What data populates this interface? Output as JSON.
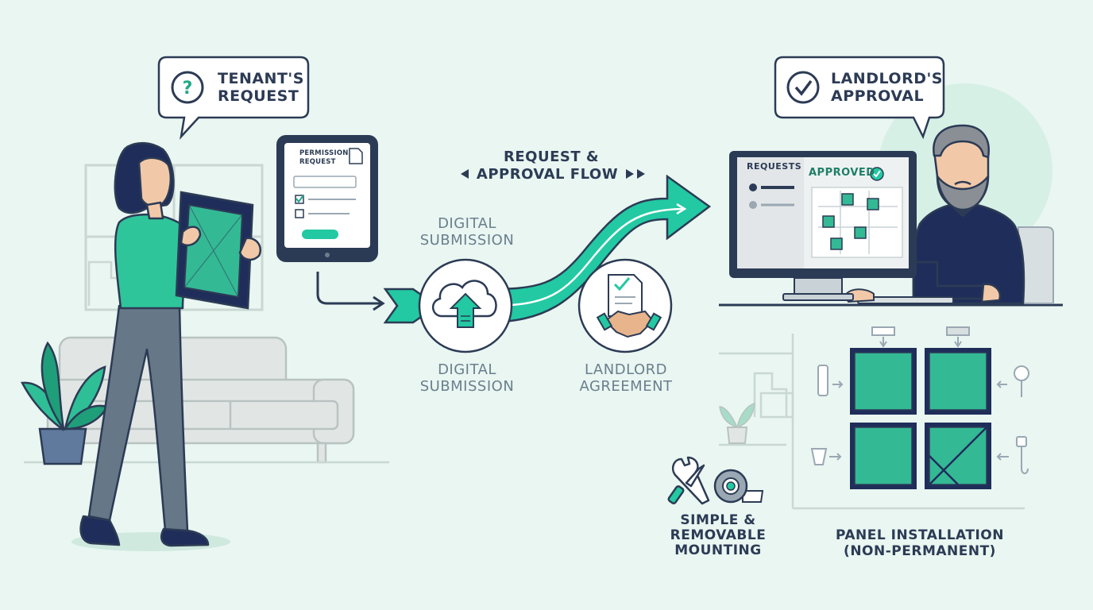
{
  "bubbles": {
    "tenant": {
      "line1": "TENANT'S",
      "line2": "REQUEST",
      "icon": "question-icon"
    },
    "landlord": {
      "line1": "LANDLORD'S",
      "line2": "APPROVAL",
      "icon": "check-circle-icon"
    }
  },
  "flow": {
    "title_line1": "REQUEST &",
    "title_line2": "APPROVAL FLOW",
    "upper_label_line1": "DIGITAL",
    "upper_label_line2": "SUBMISSION",
    "lower_label_line1": "DIGITAL",
    "lower_label_line2": "SUBMISSION",
    "agreement_line1": "LANDLORD",
    "agreement_line2": "AGREEMENT"
  },
  "tablet": {
    "title_line1": "PERMISSION",
    "title_line2": "REQUEST"
  },
  "monitor": {
    "sidebar_title": "REQUESTS",
    "status": "APPROVED"
  },
  "mounting": {
    "line1": "SIMPLE &",
    "line2": "REMOVABLE",
    "line3": "MOUNTING"
  },
  "panels": {
    "line1": "PANEL INSTALLATION",
    "line2": "(NON-PERMANENT)"
  },
  "colors": {
    "accent": "#22c9a2",
    "ink": "#2c3b55",
    "background": "#e9f6f1",
    "panel": "#34b995",
    "shirt": "#1f2d5a"
  }
}
